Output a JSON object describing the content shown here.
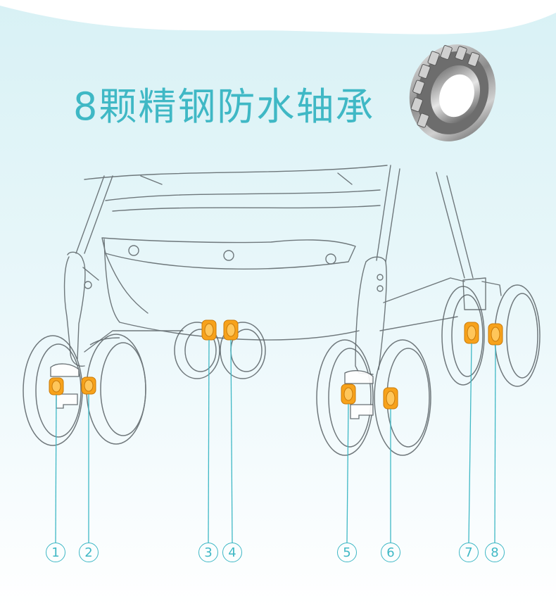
{
  "title": "8颗精钢防水轴承",
  "labels": [
    "1",
    "2",
    "3",
    "4",
    "5",
    "6",
    "7",
    "8"
  ],
  "colors": {
    "accent": "#3fb8c5",
    "bearing_orange": "#f7a21b",
    "line": "#5a6266"
  },
  "icons": [
    "bearing-icon"
  ]
}
